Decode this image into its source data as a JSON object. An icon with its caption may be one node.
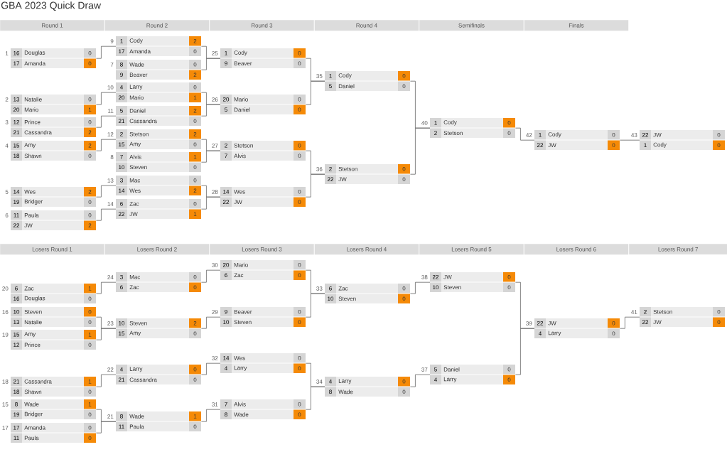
{
  "diagram": {
    "title": "GBA 2023 Quick Draw",
    "nodes": [
      {
        "text": [
          "Round 1"
        ]
      },
      {
        "text": [
          "Round 2"
        ]
      },
      {
        "text": [
          "Round 3"
        ]
      },
      {
        "text": [
          "Round 4"
        ]
      },
      {
        "text": [
          "Semifinals"
        ]
      },
      {
        "text": [
          "Finals"
        ]
      },
      {
        "text": [
          "16",
          "Douglas",
          "0",
          "17",
          "Amanda",
          "0"
        ],
        "beside": [
          "1"
        ]
      },
      {
        "text": [
          "13",
          "Natalie",
          "0",
          "20",
          "Mario",
          "1"
        ],
        "beside": [
          "2"
        ]
      },
      {
        "text": [
          "12",
          "Prince",
          "0",
          "21",
          "Cassandra",
          "2"
        ],
        "beside": [
          "3"
        ]
      },
      {
        "text": [
          "15",
          "Amy",
          "2",
          "18",
          "Shawn",
          "0"
        ],
        "beside": [
          "4"
        ]
      },
      {
        "text": [
          "14",
          "Wes",
          "2",
          "19",
          "Bridger",
          "0"
        ],
        "beside": [
          "5"
        ]
      },
      {
        "text": [
          "11",
          "Paula",
          "0",
          "22",
          "JW",
          "2"
        ],
        "beside": [
          "6"
        ]
      },
      {
        "text": [
          "1",
          "Cody",
          "2",
          "17",
          "Amanda",
          "0"
        ],
        "beside": [
          "9"
        ]
      },
      {
        "text": [
          "8",
          "Wade",
          "0",
          "9",
          "Beaver",
          "2"
        ],
        "beside": [
          "7"
        ]
      },
      {
        "text": [
          "4",
          "Larry",
          "0",
          "20",
          "Mario",
          "1"
        ],
        "beside": [
          "10"
        ]
      },
      {
        "text": [
          "5",
          "Daniel",
          "2",
          "21",
          "Cassandra",
          "0"
        ],
        "beside": [
          "11"
        ]
      },
      {
        "text": [
          "2",
          "Stetson",
          "2",
          "15",
          "Amy",
          "0"
        ],
        "beside": [
          "12"
        ]
      },
      {
        "text": [
          "7",
          "Alvis",
          "1",
          "10",
          "Steven",
          "0"
        ],
        "beside": [
          "8"
        ]
      },
      {
        "text": [
          "3",
          "Mac",
          "0",
          "14",
          "Wes",
          "2"
        ],
        "beside": [
          "13"
        ]
      },
      {
        "text": [
          "6",
          "Zac",
          "0",
          "22",
          "JW",
          "1"
        ],
        "beside": [
          "14"
        ]
      },
      {
        "text": [
          "1",
          "Cody",
          "0",
          "9",
          "Beaver",
          "0"
        ],
        "beside": [
          "25"
        ]
      },
      {
        "text": [
          "20",
          "Mario",
          "0",
          "5",
          "Daniel",
          "0"
        ],
        "beside": [
          "26"
        ]
      },
      {
        "text": [
          "2",
          "Stetson",
          "0",
          "7",
          "Alvis",
          "0"
        ],
        "beside": [
          "27"
        ]
      },
      {
        "text": [
          "14",
          "Wes",
          "0",
          "22",
          "JW",
          "0"
        ],
        "beside": [
          "28"
        ]
      },
      {
        "text": [
          "1",
          "Cody",
          "0",
          "5",
          "Daniel",
          "0"
        ],
        "beside": [
          "35"
        ]
      },
      {
        "text": [
          "2",
          "Stetson",
          "0",
          "22",
          "JW",
          "0"
        ],
        "beside": [
          "36"
        ]
      },
      {
        "text": [
          "1",
          "Cody",
          "0",
          "2",
          "Stetson",
          "0"
        ],
        "beside": [
          "40"
        ]
      },
      {
        "text": [
          "1",
          "Cody",
          "0",
          "22",
          "JW",
          "0"
        ],
        "beside": [
          "42"
        ]
      },
      {
        "text": [
          "22",
          "JW",
          "0",
          "1",
          "Cody",
          "0"
        ],
        "beside": [
          "43"
        ]
      },
      {
        "text": [
          "Losers Round 1"
        ]
      },
      {
        "text": [
          "Losers Round 2"
        ]
      },
      {
        "text": [
          "Losers Round 3"
        ]
      },
      {
        "text": [
          "Losers Round 4"
        ]
      },
      {
        "text": [
          "Losers Round 5"
        ]
      },
      {
        "text": [
          "Losers Round 6"
        ]
      },
      {
        "text": [
          "Losers Round 7"
        ]
      },
      {
        "text": [
          "6",
          "Zac",
          "1",
          "16",
          "Douglas",
          "0"
        ],
        "beside": [
          "20"
        ]
      },
      {
        "text": [
          "10",
          "Steven",
          "0",
          "13",
          "Natalie",
          "0"
        ],
        "beside": [
          "16"
        ]
      },
      {
        "text": [
          "15",
          "Amy",
          "1",
          "12",
          "Prince",
          "0"
        ],
        "beside": [
          "19"
        ]
      },
      {
        "text": [
          "21",
          "Cassandra",
          "1",
          "18",
          "Shawn",
          "0"
        ],
        "beside": [
          "18"
        ]
      },
      {
        "text": [
          "8",
          "Wade",
          "1",
          "19",
          "Bridger",
          "0"
        ],
        "beside": [
          "15"
        ]
      },
      {
        "text": [
          "17",
          "Amanda",
          "0",
          "11",
          "Paula",
          "0"
        ],
        "beside": [
          "17"
        ]
      },
      {
        "text": [
          "3",
          "Mac",
          "0",
          "6",
          "Zac",
          "0"
        ],
        "beside": [
          "24"
        ]
      },
      {
        "text": [
          "10",
          "Steven",
          "2",
          "15",
          "Amy",
          "0"
        ],
        "beside": [
          "23"
        ]
      },
      {
        "text": [
          "4",
          "Larry",
          "0",
          "21",
          "Cassandra",
          "0"
        ],
        "beside": [
          "22"
        ]
      },
      {
        "text": [
          "8",
          "Wade",
          "1",
          "11",
          "Paula",
          "0"
        ],
        "beside": [
          "21"
        ]
      },
      {
        "text": [
          "20",
          "Mario",
          "0",
          "6",
          "Zac",
          "0"
        ],
        "beside": [
          "30"
        ]
      },
      {
        "text": [
          "9",
          "Beaver",
          "0",
          "10",
          "Steven",
          "0"
        ],
        "beside": [
          "29"
        ]
      },
      {
        "text": [
          "14",
          "Wes",
          "0",
          "4",
          "Larry",
          "0"
        ],
        "beside": [
          "32"
        ]
      },
      {
        "text": [
          "7",
          "Alvis",
          "0",
          "8",
          "Wade",
          "0"
        ],
        "beside": [
          "31"
        ]
      },
      {
        "text": [
          "6",
          "Zac",
          "0",
          "10",
          "Steven",
          "0"
        ],
        "beside": [
          "33"
        ]
      },
      {
        "text": [
          "4",
          "Larry",
          "0",
          "8",
          "Wade",
          "0"
        ],
        "beside": [
          "34"
        ]
      },
      {
        "text": [
          "22",
          "JW",
          "0",
          "10",
          "Steven",
          "0"
        ],
        "beside": [
          "38"
        ]
      },
      {
        "text": [
          "5",
          "Daniel",
          "0",
          "4",
          "Larry",
          "0"
        ],
        "beside": [
          "37"
        ]
      },
      {
        "text": [
          "22",
          "JW",
          "0",
          "4",
          "Larry",
          "0"
        ],
        "beside": [
          "39"
        ]
      },
      {
        "text": [
          "2",
          "Stetson",
          "0",
          "22",
          "JW",
          "0"
        ],
        "beside": [
          "41"
        ]
      }
    ],
    "edges": [
      {
        "from": 6,
        "to": 12,
        "arrow": "none"
      },
      {
        "from": 7,
        "to": 14,
        "arrow": "none"
      },
      {
        "from": 8,
        "to": 15,
        "arrow": "none"
      },
      {
        "from": 9,
        "to": 16,
        "arrow": "none"
      },
      {
        "from": 10,
        "to": 18,
        "arrow": "none"
      },
      {
        "from": 11,
        "to": 19,
        "arrow": "none"
      },
      {
        "from": 12,
        "to": 20,
        "arrow": "none"
      },
      {
        "from": 13,
        "to": 20,
        "arrow": "none"
      },
      {
        "from": 14,
        "to": 21,
        "arrow": "none"
      },
      {
        "from": 15,
        "to": 21,
        "arrow": "none"
      },
      {
        "from": 16,
        "to": 22,
        "arrow": "none"
      },
      {
        "from": 17,
        "to": 22,
        "arrow": "none"
      },
      {
        "from": 18,
        "to": 23,
        "arrow": "none"
      },
      {
        "from": 19,
        "to": 23,
        "arrow": "none"
      },
      {
        "from": 20,
        "to": 24,
        "arrow": "none"
      },
      {
        "from": 21,
        "to": 24,
        "arrow": "none"
      },
      {
        "from": 22,
        "to": 25,
        "arrow": "none"
      },
      {
        "from": 23,
        "to": 25,
        "arrow": "none"
      },
      {
        "from": 24,
        "to": 26,
        "arrow": "none"
      },
      {
        "from": 25,
        "to": 26,
        "arrow": "none"
      },
      {
        "from": 26,
        "to": 27,
        "arrow": "none"
      },
      {
        "from": 27,
        "to": 28,
        "arrow": "none"
      },
      {
        "from": 36,
        "to": 42,
        "arrow": "none"
      },
      {
        "from": 37,
        "to": 43,
        "arrow": "none"
      },
      {
        "from": 38,
        "to": 43,
        "arrow": "none"
      },
      {
        "from": 39,
        "to": 44,
        "arrow": "none"
      },
      {
        "from": 40,
        "to": 45,
        "arrow": "none"
      },
      {
        "from": 41,
        "to": 45,
        "arrow": "none"
      },
      {
        "from": 42,
        "to": 46,
        "arrow": "none"
      },
      {
        "from": 43,
        "to": 47,
        "arrow": "none"
      },
      {
        "from": 44,
        "to": 48,
        "arrow": "none"
      },
      {
        "from": 45,
        "to": 49,
        "arrow": "none"
      },
      {
        "from": 46,
        "to": 50,
        "arrow": "none"
      },
      {
        "from": 47,
        "to": 50,
        "arrow": "none"
      },
      {
        "from": 48,
        "to": 51,
        "arrow": "none"
      },
      {
        "from": 49,
        "to": 51,
        "arrow": "none"
      },
      {
        "from": 50,
        "to": 52,
        "arrow": "none"
      },
      {
        "from": 51,
        "to": 53,
        "arrow": "none"
      },
      {
        "from": 52,
        "to": 54,
        "arrow": "none"
      },
      {
        "from": 53,
        "to": 54,
        "arrow": "none"
      },
      {
        "from": 54,
        "to": 55,
        "arrow": "none"
      }
    ]
  }
}
